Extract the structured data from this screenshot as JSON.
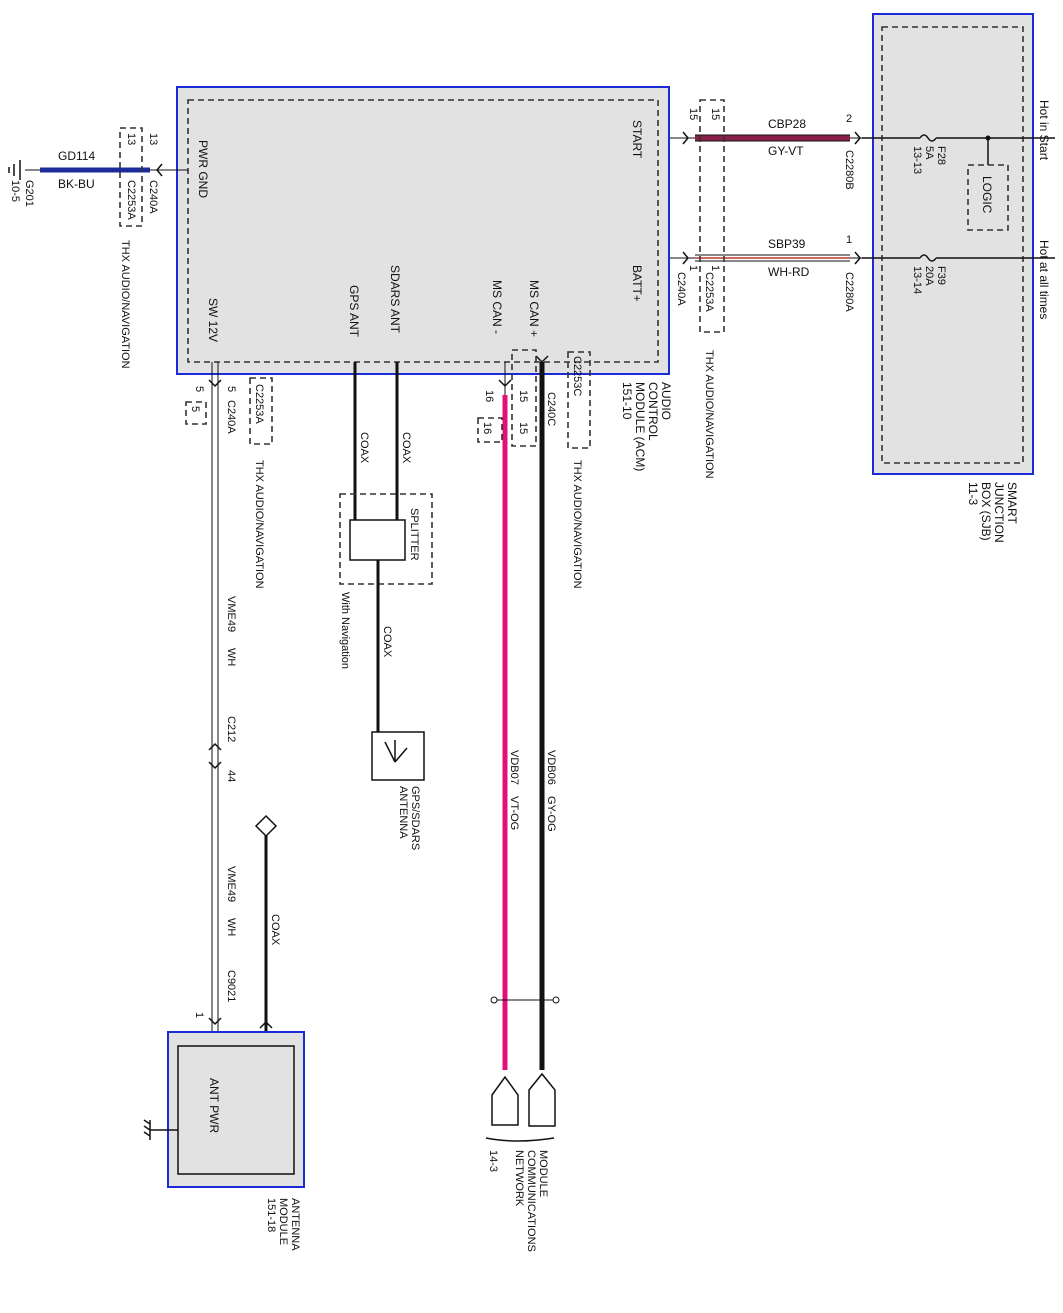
{
  "labels": {
    "hot_in_start": "Hot in Start",
    "hot_at_all_times": "Hot at all times",
    "sjb_name": "SMART",
    "sjb_name2": "JUNCTION",
    "sjb_name3": "BOX (SJB)",
    "sjb_ref": "11-3",
    "logic": "LOGIC",
    "fuse1": "F28",
    "fuse1_amp": "5A",
    "fuse1_ref": "13-13",
    "fuse2": "F39",
    "fuse2_amp": "20A",
    "fuse2_ref": "13-14",
    "acm1": "AUDIO",
    "acm2": "CONTROL",
    "acm3": "MODULE (ACM)",
    "acm_ref": "151-10",
    "start": "START",
    "batt": "BATT+",
    "pwr_gnd": "PWR GND",
    "sw12v": "SW 12V",
    "gps_ant": "GPS ANT",
    "sdars_ant": "SDARS ANT",
    "ms_can_minus": "MS CAN -",
    "ms_can_plus": "MS CAN +",
    "cbp28": "CBP28",
    "gy_vt": "GY-VT",
    "sbp39": "SBP39",
    "wh_rd": "WH-RD",
    "c2280b": "C2280B",
    "c2280a": "C2280A",
    "c240a": "C240A",
    "c240c": "C240C",
    "c2253a": "C2253A",
    "c2253c": "C2253C",
    "thx": "THX AUDIO/NAVIGATION",
    "gd114": "GD114",
    "bk_bu": "BK-BU",
    "g201": "G201",
    "g201_ref": "10-5",
    "pin15": "15",
    "pin2": "2",
    "pin1": "1",
    "pin13": "13",
    "pin5": "5",
    "pin16": "16",
    "coax": "COAX",
    "splitter": "SPLITTER",
    "with_nav": "With Navigation",
    "gps_sdars": "GPS/SDARS",
    "antenna": "ANTENNA",
    "vme49": "VME49",
    "wh": "WH",
    "c212": "C212",
    "pin44": "44",
    "c9021": "C9021",
    "ant_pwr": "ANT PWR",
    "ant_mod1": "ANTENNA",
    "ant_mod2": "MODULE",
    "ant_ref": "151-18",
    "vdb07": "VDB07",
    "vt_og": "VT-OG",
    "vdb06": "VDB06",
    "gy_og": "GY-OG",
    "mcn1": "MODULE",
    "mcn2": "COMMUNICATIONS",
    "mcn3": "NETWORK",
    "mcn_ref": "14-3"
  },
  "colors": {
    "box_border": "#1b2bd6",
    "box_fill": "#e2e2e2",
    "can_minus": "#e0117a",
    "can_plus": "#111111",
    "batt_wire": "#c0392b",
    "start_wire": "#8a1f4a"
  }
}
